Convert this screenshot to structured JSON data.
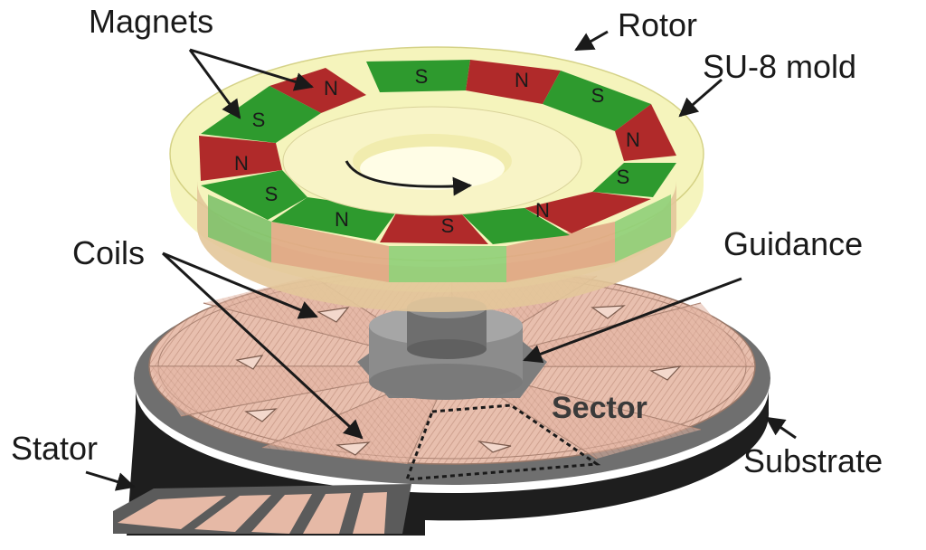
{
  "labels": {
    "magnets": "Magnets",
    "rotor": "Rotor",
    "su8_mold": "SU-8 mold",
    "coils": "Coils",
    "guidance": "Guidance",
    "sector": "Sector",
    "stator": "Stator",
    "substrate": "Substrate"
  },
  "magnet_poles": [
    "N",
    "S",
    "N",
    "S",
    "N",
    "S",
    "N",
    "S",
    "N",
    "S",
    "N",
    "S"
  ],
  "colors": {
    "north": "#b02a2a",
    "south": "#2e9a2e",
    "copper": "#e6b9a6",
    "substrate": "#1e1e1e",
    "stator_base": "#6f6f6f",
    "mold": "#f2f0a8",
    "guidance": "#8c8c8c"
  }
}
